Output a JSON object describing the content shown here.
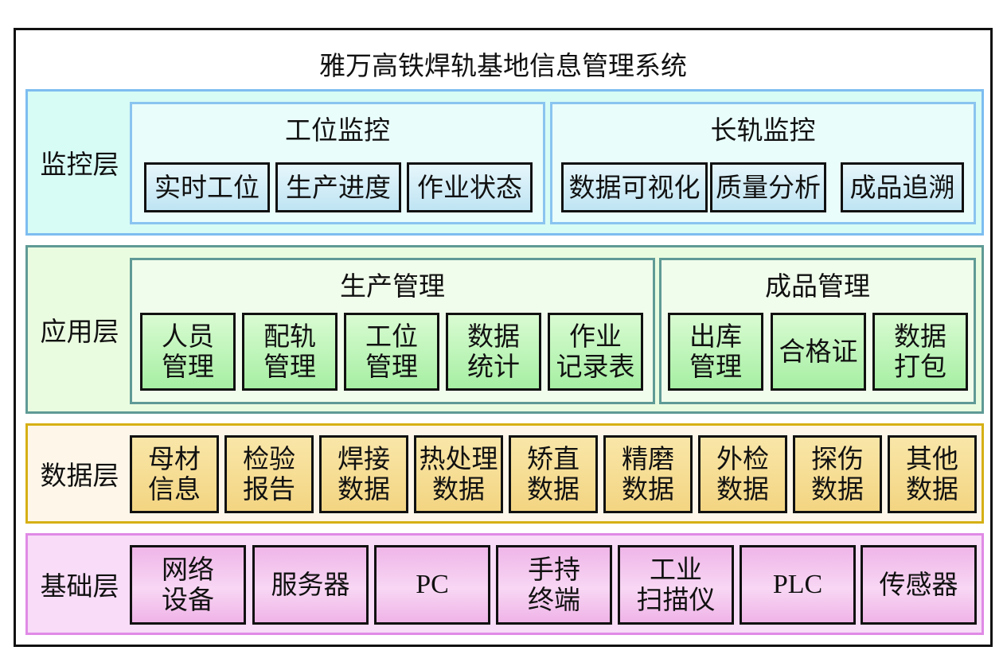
{
  "title": "雅万高铁焊轨基地信息管理系统",
  "layers": {
    "monitoring": {
      "label": "监控层",
      "groups": [
        {
          "title": "工位监控",
          "items": [
            "实时工位",
            "生产进度",
            "作业状态"
          ]
        },
        {
          "title": "长轨监控",
          "items": [
            "数据可视化",
            "质量分析",
            "成品追溯"
          ]
        }
      ]
    },
    "application": {
      "label": "应用层",
      "groups": [
        {
          "title": "生产管理",
          "items": [
            "人员\n管理",
            "配轨\n管理",
            "工位\n管理",
            "数据\n统计",
            "作业\n记录表"
          ]
        },
        {
          "title": "成品管理",
          "items": [
            "出库\n管理",
            "合格证",
            "数据\n打包"
          ]
        }
      ]
    },
    "data": {
      "label": "数据层",
      "items": [
        "母材\n信息",
        "检验\n报告",
        "焊接\n数据",
        "热处理\n数据",
        "矫直\n数据",
        "精磨\n数据",
        "外检\n数据",
        "探伤\n数据",
        "其他\n数据"
      ]
    },
    "base": {
      "label": "基础层",
      "items": [
        "网络\n设备",
        "服务器",
        "PC",
        "手持\n终端",
        "工业\n扫描仪",
        "PLC",
        "传感器"
      ]
    }
  },
  "colors": {
    "monitoring_fill": "#d7fbf5",
    "monitoring_border": "#7dbdf0",
    "application_fill": "#eafce0",
    "application_border": "#5f9a96",
    "data_fill": "#fdf6e9",
    "data_border": "#d6b015",
    "base_fill": "#f8dcf8",
    "base_border": "#e08ae6"
  }
}
